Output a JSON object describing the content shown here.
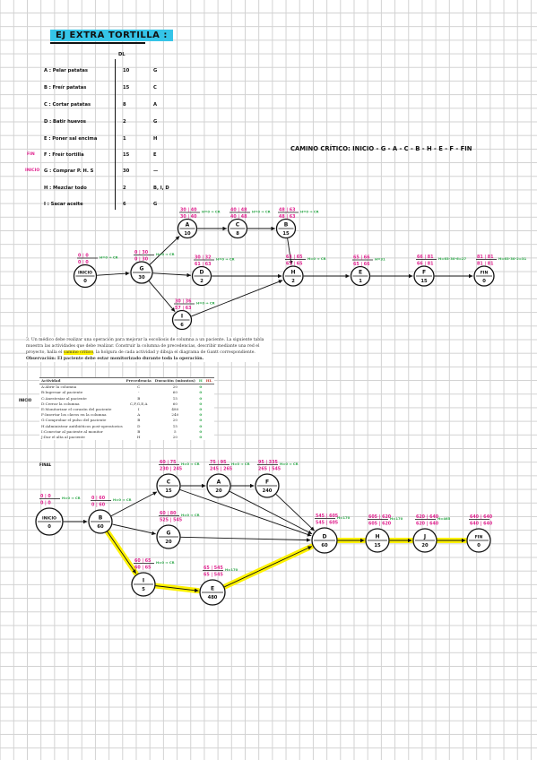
{
  "title": "EJ EXTRA TORTILLA :",
  "upper_table": {
    "header": "DL",
    "rows": [
      {
        "label": "A : Pelar patatas",
        "dur": "10",
        "prec": "G",
        "mark": ""
      },
      {
        "label": "B : Freír patatas",
        "dur": "15",
        "prec": "C",
        "mark": ""
      },
      {
        "label": "C : Cortar patatas",
        "dur": "8",
        "prec": "A",
        "mark": ""
      },
      {
        "label": "D : Batir huevos",
        "dur": "2",
        "prec": "G",
        "mark": ""
      },
      {
        "label": "E : Poner sal encima",
        "dur": "1",
        "prec": "H",
        "mark": ""
      },
      {
        "label": "F : Freír tortilla",
        "dur": "15",
        "prec": "E",
        "mark": "FIN"
      },
      {
        "label": "G : Comprar P. H. S",
        "dur": "30",
        "prec": "—",
        "mark": "INICIO"
      },
      {
        "label": "H : Mezclar todo",
        "dur": "2",
        "prec": "B, I, D",
        "mark": ""
      },
      {
        "label": "I : Sacar aceite",
        "dur": "6",
        "prec": "G",
        "mark": ""
      }
    ]
  },
  "critical_path": "CAMINO CRÍTICO: INICIO - G - A - C - B - H - E - F - FIN",
  "net1": {
    "nodes": [
      {
        "id": "INICIO",
        "dur": "0"
      },
      {
        "id": "G",
        "dur": "30"
      },
      {
        "id": "A",
        "dur": "10"
      },
      {
        "id": "C",
        "dur": "8"
      },
      {
        "id": "B",
        "dur": "15"
      },
      {
        "id": "D",
        "dur": "2"
      },
      {
        "id": "I",
        "dur": "6"
      },
      {
        "id": "H",
        "dur": "2"
      },
      {
        "id": "E",
        "dur": "1"
      },
      {
        "id": "F",
        "dur": "15"
      },
      {
        "id": "FIN",
        "dur": "0"
      }
    ],
    "boxes": [
      {
        "top": "0 | 0",
        "bot": "0 | 0"
      },
      {
        "top": "0 | 30",
        "bot": "0 | 30"
      },
      {
        "top": "30 | 40",
        "bot": "30 | 40"
      },
      {
        "top": "40 | 48",
        "bot": "40 | 48"
      },
      {
        "top": "48 | 63",
        "bot": "48 | 63"
      },
      {
        "top": "30 | 32",
        "bot": "61 | 63"
      },
      {
        "top": "30 | 36",
        "bot": "57 | 63"
      },
      {
        "top": "63 | 65",
        "bot": "63 | 65"
      },
      {
        "top": "65 | 66",
        "bot": "65 | 66"
      },
      {
        "top": "66 | 81",
        "bot": "66 | 81"
      },
      {
        "top": "81 | 81",
        "bot": "81 | 81"
      }
    ],
    "notes": [
      "H=0 ⇒ CR",
      "H=0 ⇒ CR",
      "H=0 ⇒ CR",
      "H=0 ⇒ CR",
      "H=0 ⇒ CR",
      "H=0 ⇒ CR",
      "H=0 ⇒ CR",
      "H=0 ⇒ CR",
      "H=31",
      "H=63-30-6=27",
      "H=63-30-2=31"
    ]
  },
  "problem": {
    "number": "3.",
    "text_1": "Un médico debe realizar una operación para mejorar la escoliosis de columna a un paciente. La siguiente tabla muestra las actividades que debe realizar. Construir la columna de precedencias, describir mediante una red el proyecto, halla el ",
    "highlight": "camino crítico",
    "text_2": ", la holgura de cada actividad y dibuja el diagrama de Gantt correspondiente. ",
    "obs": "Observación: El paciente debe estar monitorizado durante toda la operación."
  },
  "activity_table": {
    "headers": [
      "Actividad",
      "Precedencia",
      "Duración (minutos)",
      "H",
      "HL"
    ],
    "rows": [
      [
        "A:Abrir la columna",
        "C",
        "20",
        "0",
        ""
      ],
      [
        "B:Ingresar al paciente",
        "-",
        "60",
        "0",
        ""
      ],
      [
        "C:Anestesiar al paciente",
        "B",
        "15",
        "0",
        ""
      ],
      [
        "D:Cerrar la columna",
        "C,F,G,E,A",
        "60",
        "0",
        ""
      ],
      [
        "E:Monitorizar el corazón del paciente",
        "I",
        "480",
        "0",
        ""
      ],
      [
        "F:Insertar los clavos en la columna",
        "A",
        "240",
        "0",
        ""
      ],
      [
        "G:Comprobar el pulso del paciente",
        "B",
        "20",
        "0",
        ""
      ],
      [
        "H:Administrar antibióticos post-operatorios",
        "D",
        "15",
        "0",
        ""
      ],
      [
        "I:Conectar al paciente al monitor",
        "B",
        "5",
        "0",
        ""
      ],
      [
        "J:Dar el alta al paciente",
        "H",
        "20",
        "0",
        ""
      ]
    ],
    "side_start": "INICIO",
    "side_end": "FINAL"
  },
  "net2": {
    "nodes": [
      {
        "id": "INICIO",
        "dur": "0"
      },
      {
        "id": "B",
        "dur": "60"
      },
      {
        "id": "C",
        "dur": "15"
      },
      {
        "id": "A",
        "dur": "20"
      },
      {
        "id": "F",
        "dur": "240"
      },
      {
        "id": "G",
        "dur": "20"
      },
      {
        "id": "I",
        "dur": "5"
      },
      {
        "id": "E",
        "dur": "480"
      },
      {
        "id": "D",
        "dur": "60"
      },
      {
        "id": "H",
        "dur": "15"
      },
      {
        "id": "J",
        "dur": "20"
      },
      {
        "id": "FIN",
        "dur": "0"
      }
    ],
    "boxes": [
      {
        "top": "0 | 0",
        "bot": "0 | 0"
      },
      {
        "top": "0 | 60",
        "bot": "0 | 60"
      },
      {
        "top": "60 | 75",
        "bot": "230 | 245"
      },
      {
        "top": "75 | 95",
        "bot": "245 | 265"
      },
      {
        "top": "95 | 335",
        "bot": "265 | 545"
      },
      {
        "top": "60 | 80",
        "bot": "525 | 545"
      },
      {
        "top": "60 | 65",
        "bot": "60 | 65"
      },
      {
        "top": "65 | 545",
        "bot": "65 | 545"
      },
      {
        "top": "545 | 605",
        "bot": "545 | 605"
      },
      {
        "top": "605 | 620",
        "bot": "605 | 620"
      },
      {
        "top": "620 | 640",
        "bot": "620 | 640"
      },
      {
        "top": "640 | 640",
        "bot": "640 | 640"
      }
    ],
    "notes": [
      "H=0 ⇒ CR",
      "H=0 ⇒ CR",
      "H=0 ⇒ CR",
      "H=0 ⇒ CR",
      "H=0 ⇒ CR",
      "H=0 ⇒ CR",
      "H=0 ⇒ CR",
      "H=170",
      "H=170",
      "H=170",
      "H=465"
    ]
  }
}
